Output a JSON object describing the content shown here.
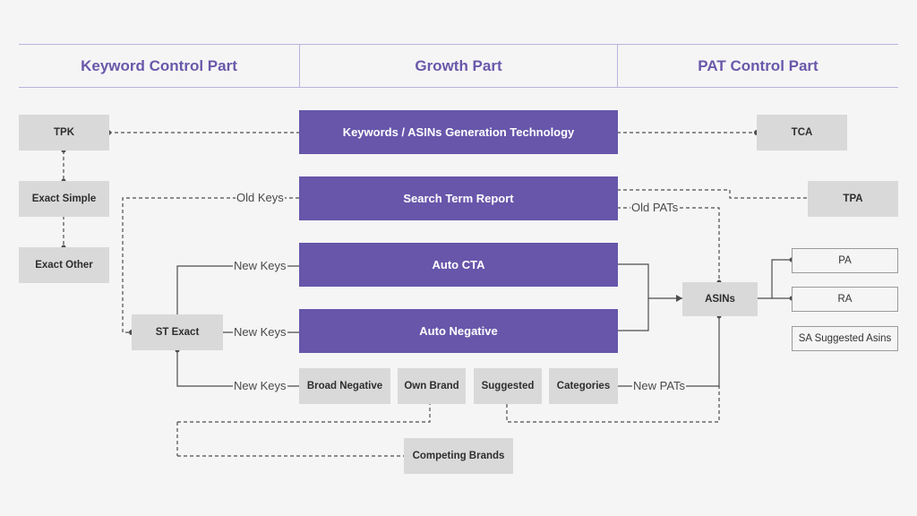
{
  "headers": {
    "left": "Keyword Control Part",
    "center": "Growth Part",
    "right": "PAT Control Part"
  },
  "nodes": {
    "tpk": "TPK",
    "exact_simple": "Exact Simple",
    "exact_other": "Exact Other",
    "st_exact": "ST Exact",
    "kw_gen": "Keywords / ASINs Generation Technology",
    "search_term_report": "Search Term Report",
    "auto_cta": "Auto CTA",
    "auto_negative": "Auto Negative",
    "broad_negative": "Broad Negative",
    "own_brand": "Own Brand",
    "suggested": "Suggested",
    "categories": "Categories",
    "competing_brands": "Competing Brands",
    "tca": "TCA",
    "tpa": "TPA",
    "asins": "ASINs",
    "pa": "PA",
    "ra": "RA",
    "sa_suggested": "SA Suggested Asins"
  },
  "edge_labels": {
    "old_keys": "Old Keys",
    "old_pats": "Old PATs",
    "new_keys_cta": "New Keys",
    "new_keys_neg": "New Keys",
    "new_keys_bottom": "New Keys",
    "new_pats": "New PATs"
  },
  "colors": {
    "purple": "#6756aa",
    "header_text": "#6a58aa",
    "grey_box": "#d9d9da",
    "line": "#4d4d4d"
  }
}
